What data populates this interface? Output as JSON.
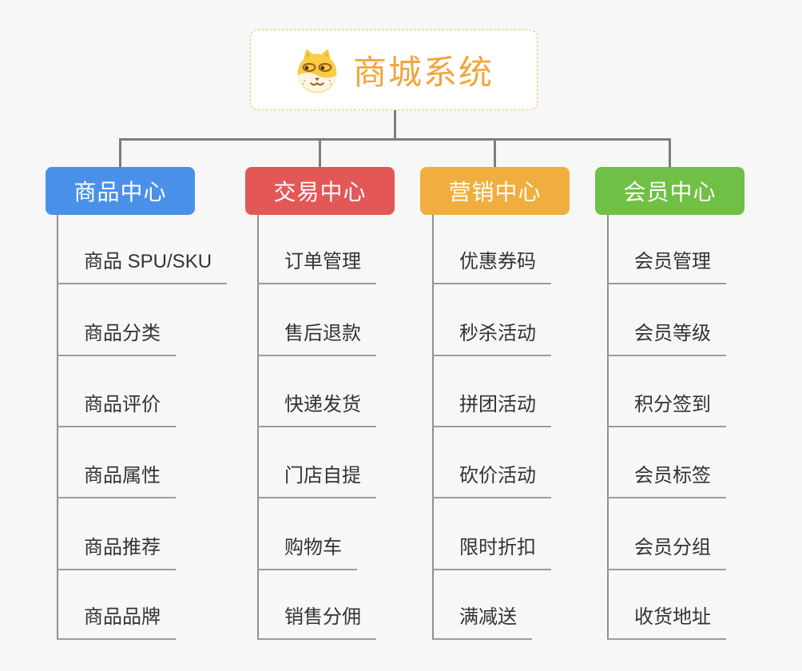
{
  "canvas": {
    "background": "#f7f7f7"
  },
  "colors": {
    "connector_line": "#7d7d7d",
    "underline": "#9c9c9c",
    "root_border": "#f2bd77"
  },
  "root": {
    "title": "商城系统",
    "icon": "doge-icon",
    "text_color": "#f0a63e"
  },
  "branches": [
    {
      "label": "商品中心",
      "color": "#4a90e8",
      "children": [
        "商品 SPU/SKU",
        "商品分类",
        "商品评价",
        "商品属性",
        "商品推荐",
        "商品品牌"
      ]
    },
    {
      "label": "交易中心",
      "color": "#e45757",
      "children": [
        "订单管理",
        "售后退款",
        "快递发货",
        "门店自提",
        "购物车",
        "销售分佣"
      ]
    },
    {
      "label": "营销中心",
      "color": "#efae3d",
      "children": [
        "优惠券码",
        "秒杀活动",
        "拼团活动",
        "砍价活动",
        "限时折扣",
        "满减送"
      ]
    },
    {
      "label": "会员中心",
      "color": "#6fc044",
      "children": [
        "会员管理",
        "会员等级",
        "积分签到",
        "会员标签",
        "会员分组",
        "收货地址"
      ]
    }
  ]
}
